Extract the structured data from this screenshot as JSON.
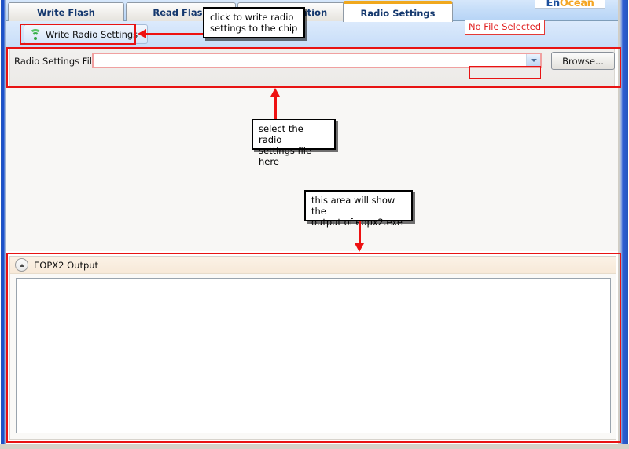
{
  "window": {
    "logo_text_orange": "En",
    "logo_text_full": "EnOcean",
    "logo_prefix": "En",
    "logo_suffix": "Ocean"
  },
  "tabs": [
    {
      "label": "Write Flash",
      "selected": false
    },
    {
      "label": "Read Flash",
      "selected": false
    },
    {
      "label": "Configuration",
      "selected": false
    },
    {
      "label": "Radio Settings",
      "selected": true
    }
  ],
  "toolbar": {
    "write_radio_settings_label": "Write Radio Settings",
    "icon": "wifi-broadcast-icon"
  },
  "file_panel": {
    "label": "Radio Settings File:",
    "combo_value": "",
    "combo_placeholder": "",
    "browse_label": "Browse...",
    "validation_message": "No File Selected"
  },
  "output_panel": {
    "title": "EOPX2 Output",
    "collapse_icon": "chevron-up-circle-icon",
    "content": ""
  },
  "annotations": [
    {
      "id": "write-button",
      "text": "click to write radio\nsettings to the chip"
    },
    {
      "id": "file-select",
      "text": "select the radio\nsettings file here"
    },
    {
      "id": "output-area",
      "text": "this area will show the\noutput of eopx2.exe"
    }
  ],
  "colors": {
    "annotation_red": "#e81313",
    "tab_accent_orange": "#f0a81e",
    "error_red": "#e02020",
    "window_blue": "#1a4fd0",
    "wifi_green": "#36b04a"
  }
}
